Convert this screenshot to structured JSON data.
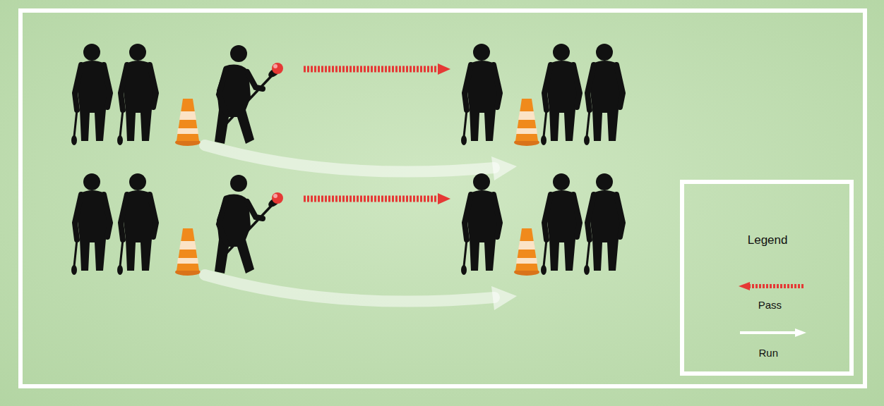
{
  "diagram": {
    "labels": [
      "Legend"
    ],
    "legend": [
      {
        "text": "Pass"
      },
      {
        "text": "Run"
      }
    ]
  }
}
